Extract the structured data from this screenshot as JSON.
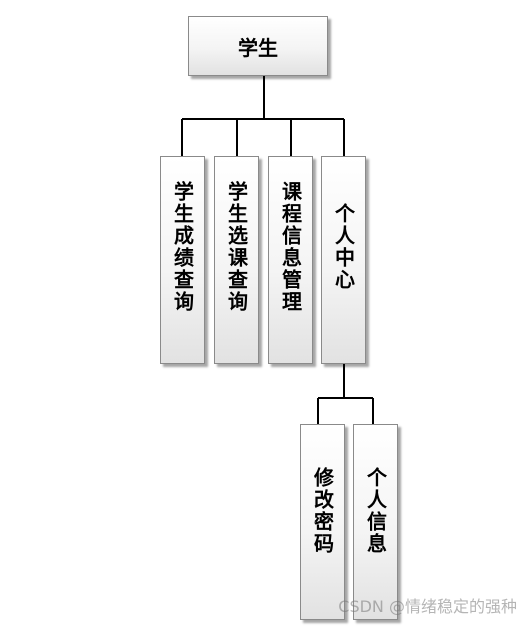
{
  "root": {
    "label": "学生"
  },
  "level1": [
    {
      "label": "学生成绩查询"
    },
    {
      "label": "学生选课查询"
    },
    {
      "label": "课程信息管理"
    },
    {
      "label": "个人中心"
    }
  ],
  "level2": [
    {
      "label": "修改密码"
    },
    {
      "label": "个人信息"
    }
  ],
  "watermark": "CSDN @情绪稳定的强种"
}
